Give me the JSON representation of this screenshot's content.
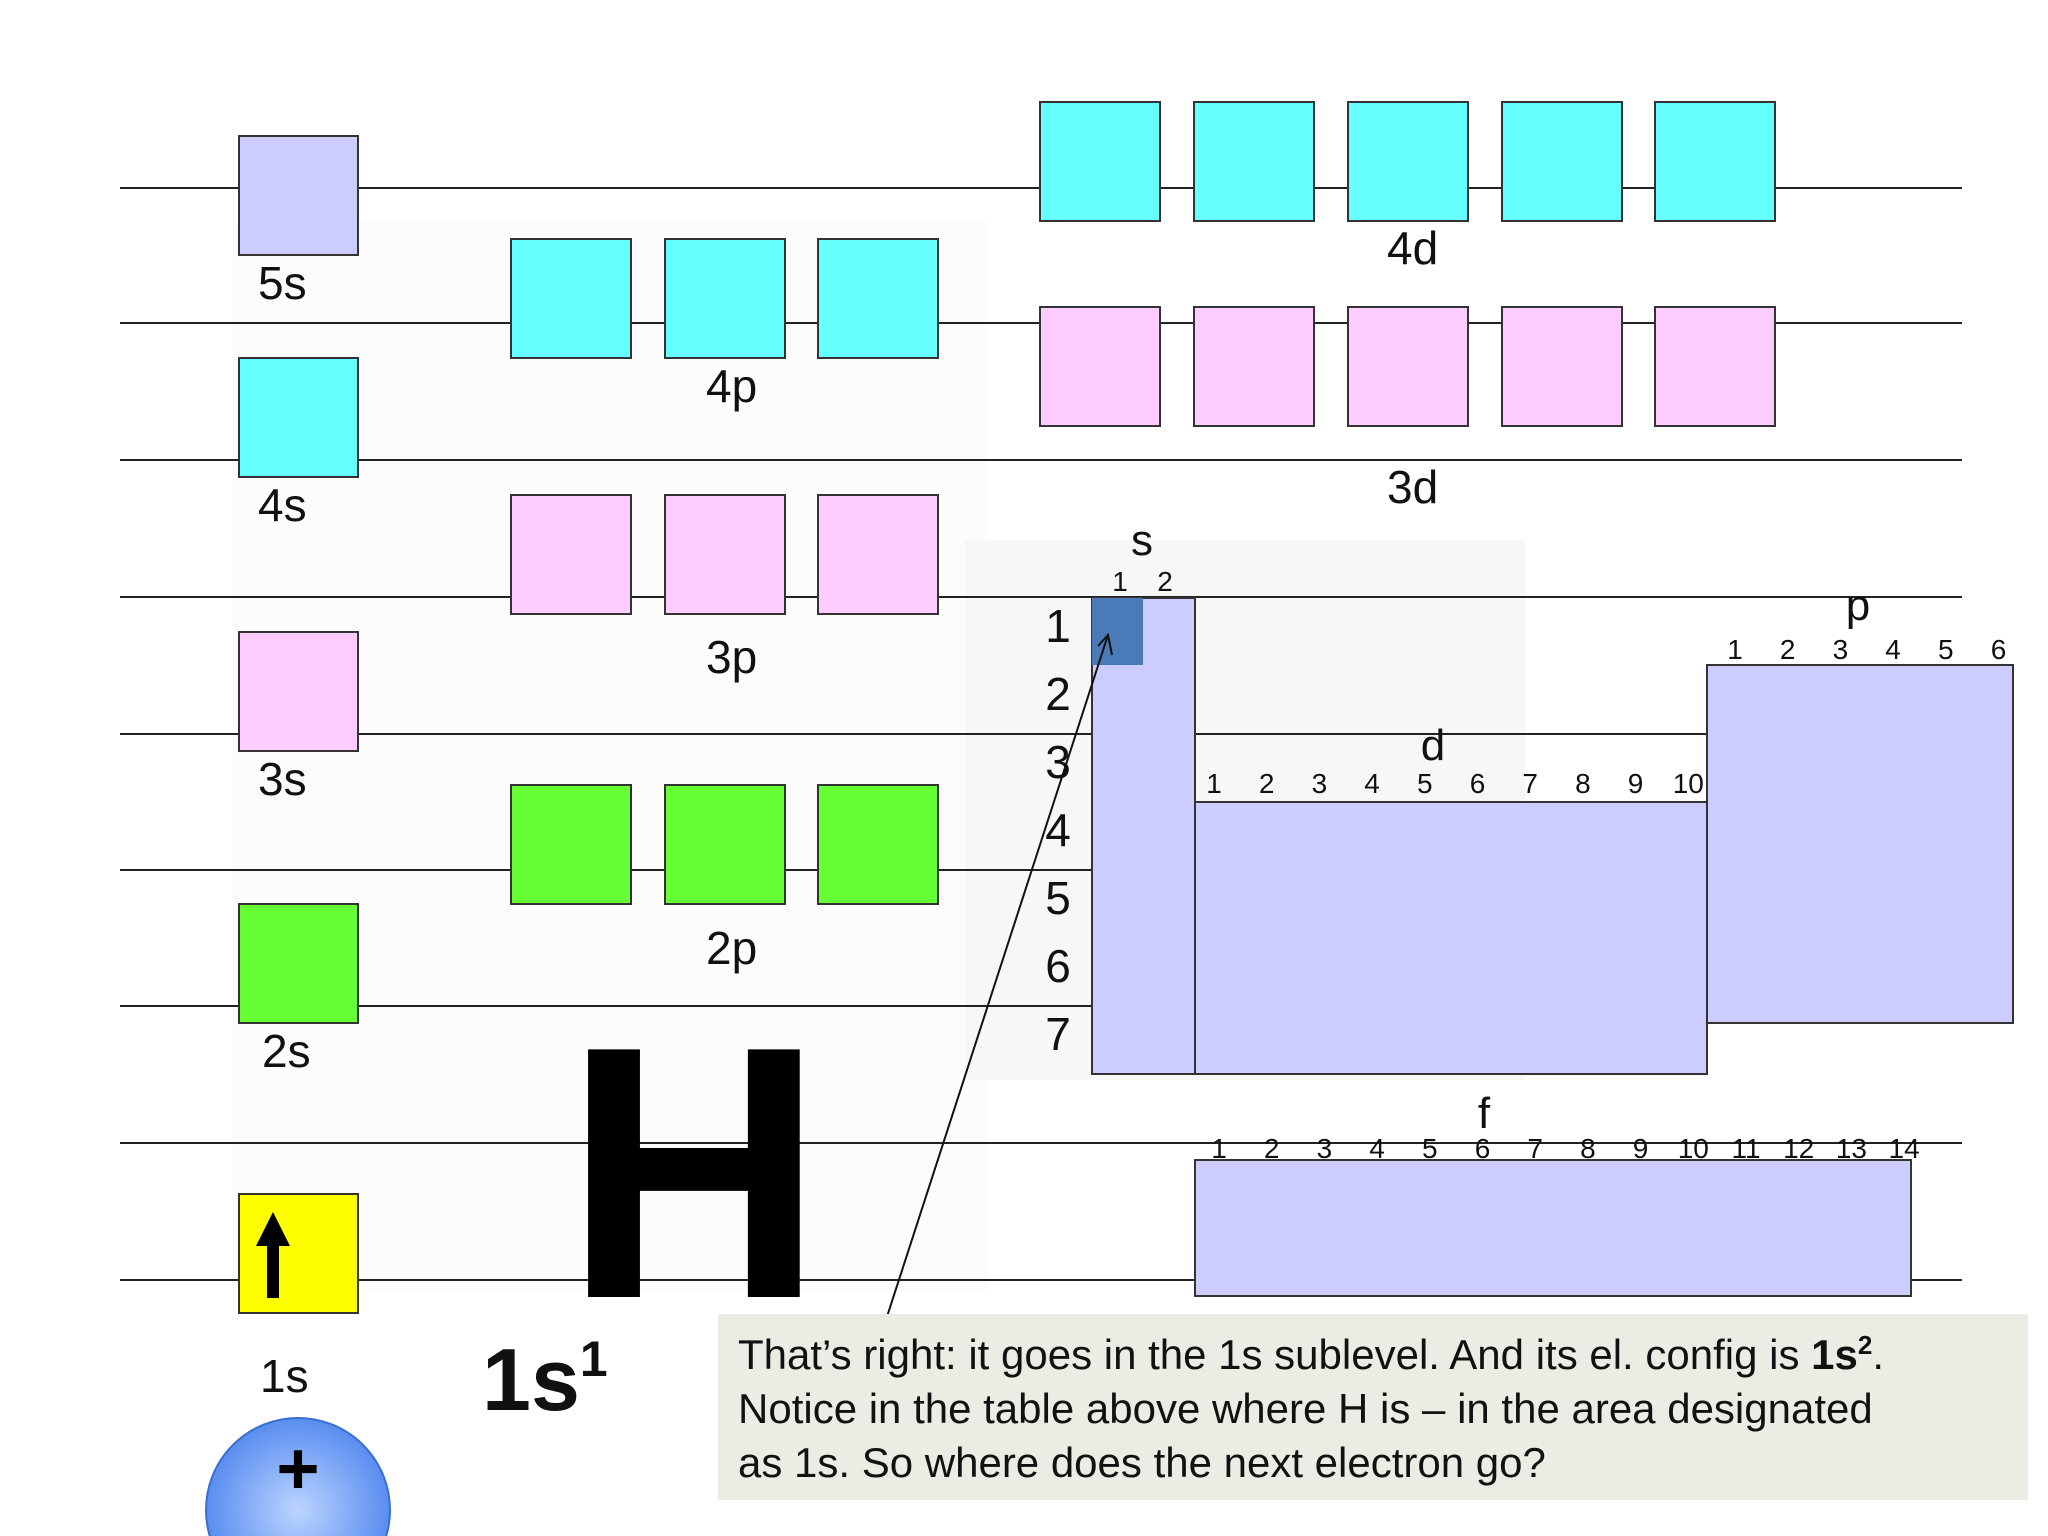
{
  "colors": {
    "n5": "#ccccff",
    "n4": "#66ffff",
    "n3": "#ffccff",
    "n2": "#66ff33",
    "n1": "#ffff00",
    "table": "#ccccff",
    "highlight": "#4a7ab8",
    "nucleus_center": "#bcd4ff",
    "nucleus_edge": "#4f86ee"
  },
  "orbitals": {
    "s": [
      "5s",
      "4s",
      "3s",
      "2s",
      "1s"
    ],
    "p": [
      "4p",
      "3p",
      "2p"
    ],
    "d": [
      "4d",
      "3d"
    ]
  },
  "electron": {
    "orbital": "1s",
    "spin": "up",
    "icon": "up-arrow-icon"
  },
  "element": {
    "symbol": "H",
    "config_main": "1s",
    "config_sup": "1"
  },
  "nucleus": {
    "sign": "+"
  },
  "periodic_table": {
    "s_label": "s",
    "s_columns": [
      "1",
      "2"
    ],
    "period_numbers": [
      "1",
      "2",
      "3",
      "4",
      "5",
      "6",
      "7"
    ],
    "d_label": "d",
    "d_columns": [
      "1",
      "2",
      "3",
      "4",
      "5",
      "6",
      "7",
      "8",
      "9",
      "10"
    ],
    "p_label": "p",
    "p_columns": [
      "1",
      "2",
      "3",
      "4",
      "5",
      "6"
    ],
    "f_label": "f",
    "f_columns": [
      "1",
      "2",
      "3",
      "4",
      "5",
      "6",
      "7",
      "8",
      "9",
      "10",
      "11",
      "12",
      "13",
      "14"
    ],
    "highlighted_cell": "1s"
  },
  "explanation": {
    "line1_pre": "That’s right: it goes in the 1s sublevel.  And its el. config is ",
    "line1_bold": "1s",
    "line1_sup": "2",
    "line1_post": ".",
    "line2": "Notice in the table above where H is – in the area designated",
    "line3": "as 1s.  So where does the next electron go?"
  }
}
